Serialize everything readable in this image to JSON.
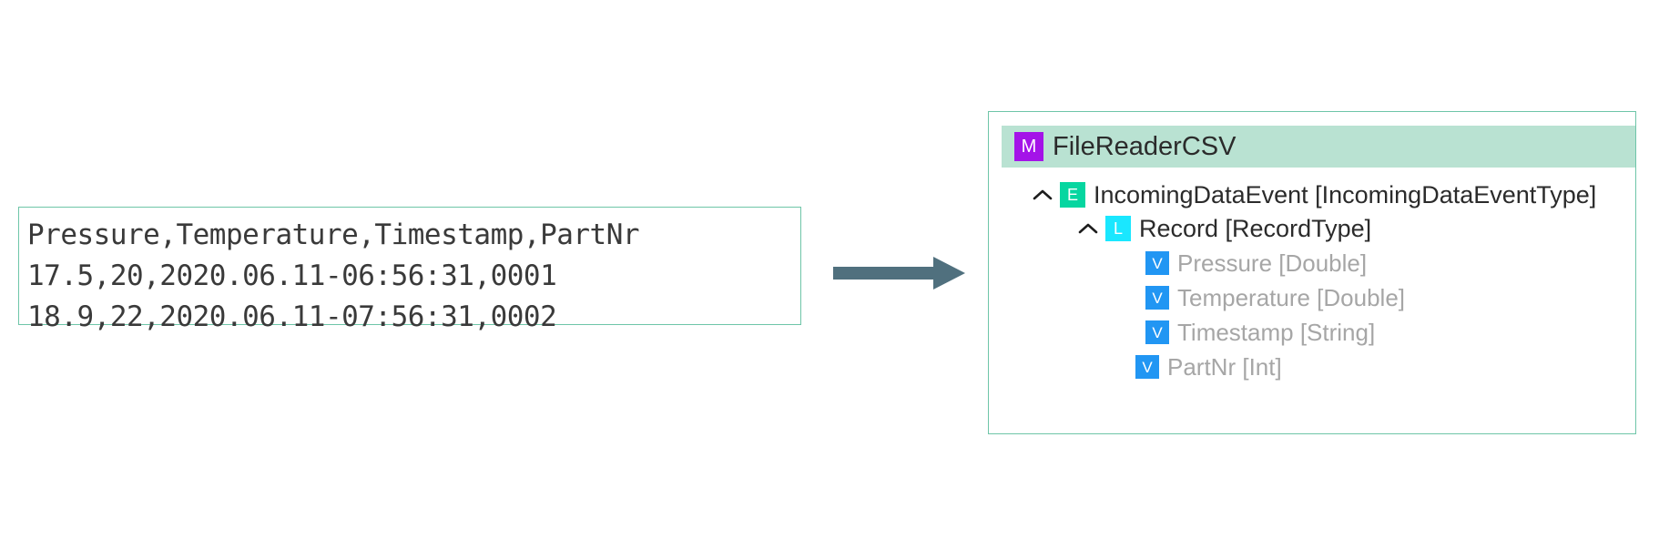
{
  "source": {
    "name": "csv-preview",
    "lines": [
      "Pressure,Temperature,Timestamp,PartNr",
      "17.5,20,2020.06.11-06:56:31,0001",
      "18.9,22,2020.06.11-07:56:31,0002"
    ]
  },
  "connector": {
    "name": "flow-arrow",
    "direction": "right",
    "color": "#50707e"
  },
  "model": {
    "header": {
      "badge": "M",
      "badge_color": "#a413e8",
      "title": "FileReaderCSV",
      "background": "#b9e2d2"
    },
    "border_color": "#6ec5a8",
    "tree": {
      "event": {
        "caret": "chevron-up",
        "badge": "E",
        "badge_color": "#06d6a0",
        "label": "IncomingDataEvent [IncomingDataEventType]"
      },
      "record": {
        "caret": "chevron-up",
        "badge": "L",
        "badge_color": "#1ae7ff",
        "label": "Record [RecordType]"
      },
      "fields": [
        {
          "badge": "V",
          "badge_color": "#2196f3",
          "label": "Pressure [Double]"
        },
        {
          "badge": "V",
          "badge_color": "#2196f3",
          "label": "Temperature [Double]"
        },
        {
          "badge": "V",
          "badge_color": "#2196f3",
          "label": "Timestamp [String]"
        },
        {
          "badge": "V",
          "badge_color": "#2196f3",
          "label": "PartNr [Int]"
        }
      ]
    }
  }
}
